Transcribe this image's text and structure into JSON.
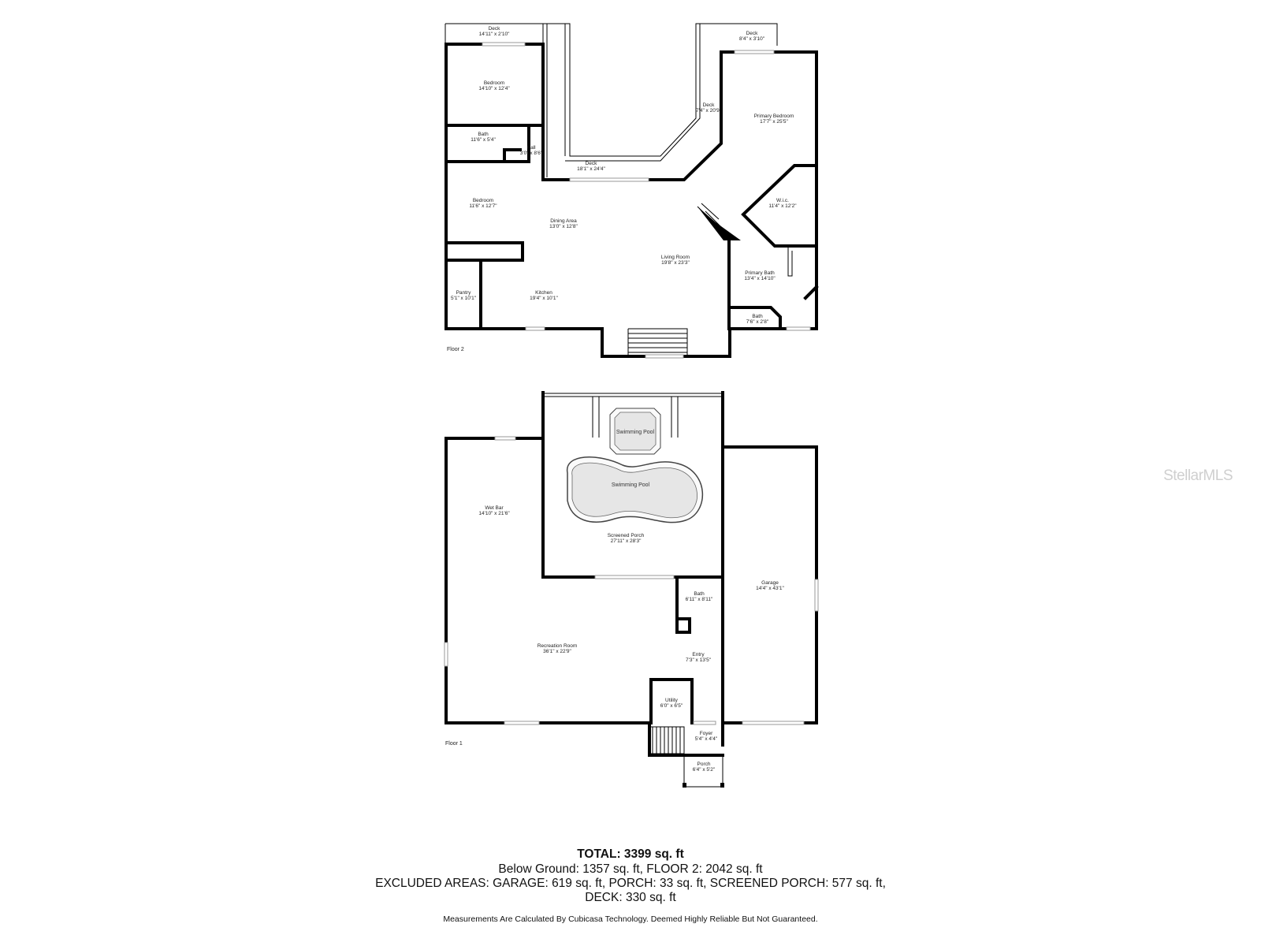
{
  "watermark": "StellarMLS",
  "floors": {
    "floor2_label": "Floor 2",
    "floor1_label": "Floor 1"
  },
  "floor2_rooms": [
    {
      "id": "deck-a",
      "name": "Deck",
      "dims": "14'11\" x 2'10\""
    },
    {
      "id": "deck-b",
      "name": "Deck",
      "dims": "8'4\" x 3'10\""
    },
    {
      "id": "bedroom-1",
      "name": "Bedroom",
      "dims": "14'10\" x 12'4\""
    },
    {
      "id": "bath-1",
      "name": "Bath",
      "dims": "11'6\" x 5'4\""
    },
    {
      "id": "hall",
      "name": "Hall",
      "dims": "3'0\" x 8'6\""
    },
    {
      "id": "deck-c",
      "name": "Deck",
      "dims": "18'1\" x 24'4\""
    },
    {
      "id": "deck-d",
      "name": "Deck",
      "dims": "7'4\" x 20'9\""
    },
    {
      "id": "primary-bedroom",
      "name": "Primary Bedroom",
      "dims": "17'7\" x 25'5\""
    },
    {
      "id": "bedroom-2",
      "name": "Bedroom",
      "dims": "11'6\" x 12'7\""
    },
    {
      "id": "dining",
      "name": "Dining Area",
      "dims": "13'0\" x 12'8\""
    },
    {
      "id": "wic",
      "name": "W.i.c.",
      "dims": "11'4\" x 12'2\""
    },
    {
      "id": "living",
      "name": "Living Room",
      "dims": "19'8\" x 23'3\""
    },
    {
      "id": "primary-bath",
      "name": "Primary Bath",
      "dims": "13'4\" x 14'10\""
    },
    {
      "id": "pantry",
      "name": "Pantry",
      "dims": "5'1\" x 10'1\""
    },
    {
      "id": "kitchen",
      "name": "Kitchen",
      "dims": "19'4\" x 10'1\""
    },
    {
      "id": "bath-2",
      "name": "Bath",
      "dims": "7'6\" x 2'8\""
    }
  ],
  "floor1_rooms": [
    {
      "id": "pool-small",
      "name": "Swimming Pool",
      "dims": ""
    },
    {
      "id": "pool-large",
      "name": "Swimming Pool",
      "dims": ""
    },
    {
      "id": "wet-bar",
      "name": "Wet Bar",
      "dims": "14'10\" x 21'6\""
    },
    {
      "id": "screened-porch",
      "name": "Screened Porch",
      "dims": "27'11\" x 28'3\""
    },
    {
      "id": "garage",
      "name": "Garage",
      "dims": "14'4\" x 43'1\""
    },
    {
      "id": "bath-3",
      "name": "Bath",
      "dims": "6'11\" x 8'11\""
    },
    {
      "id": "recreation",
      "name": "Recreation Room",
      "dims": "36'1\" x 22'9\""
    },
    {
      "id": "entry",
      "name": "Entry",
      "dims": "7'3\" x 13'5\""
    },
    {
      "id": "utility",
      "name": "Utility",
      "dims": "6'0\" x 6'5\""
    },
    {
      "id": "foyer",
      "name": "Foyer",
      "dims": "5'4\" x 4'4\""
    },
    {
      "id": "porch",
      "name": "Porch",
      "dims": "6'4\" x 5'2\""
    }
  ],
  "summary": {
    "total": "TOTAL: 3399 sq. ft",
    "line2": "Below Ground: 1357 sq. ft, FLOOR 2: 2042 sq. ft",
    "line3": "EXCLUDED AREAS: GARAGE: 619 sq. ft, PORCH: 33 sq. ft, SCREENED PORCH: 577 sq. ft,",
    "line4": "DECK: 330 sq. ft",
    "disclaimer": "Measurements Are Calculated By Cubicasa Technology. Deemed Highly Reliable But Not Guaranteed."
  }
}
